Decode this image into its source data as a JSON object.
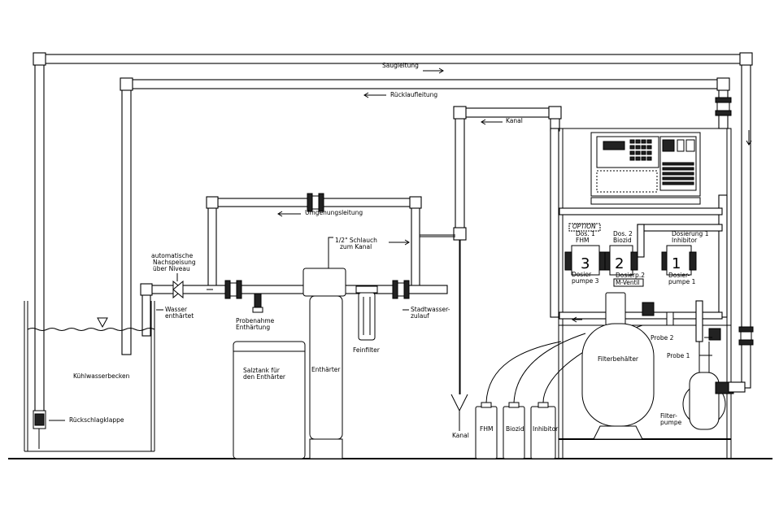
{
  "labels": {
    "saugleitung": "Saugleitung",
    "ruecklaufleitung": "Rücklaufleitung",
    "kanal_top": "Kanal",
    "umgehungsleitung": "Umgehungsleitung",
    "schlauch_line1": "1/2\" Schlauch",
    "schlauch_line2": "zum Kanal",
    "nachspeisung_line1": "automatische",
    "nachspeisung_line2": "Nachspeisung",
    "nachspeisung_line3": "über Niveau",
    "wasser_line1": "Wasser",
    "wasser_line2": "enthärtet",
    "probenahme_line1": "Probenahme",
    "probenahme_line2": "Enthärtung",
    "stadtwasser_line1": "Stadtwasser-",
    "stadtwasser_line2": "zulauf",
    "kuehlwasserbecken": "Kühlwasserbecken",
    "rueckschlagklappe": "Rückschlagklappe",
    "salztank_line1": "Salztank für",
    "salztank_line2": "den Enthärter",
    "enthaerter": "Enthärter",
    "feinfilter": "Feinfilter",
    "kanal_bottom": "Kanal",
    "fhm": "FHM",
    "biozid": "Biozid",
    "inhibitor": "Inhibitor",
    "filterbehaelter": "Filterbehälter",
    "filterpumpe_line1": "Filter-",
    "filterpumpe_line2": "pumpe",
    "probe1": "Probe 1",
    "probe2": "Probe 2",
    "option": "OPTION",
    "dos1_line1": "Dos. 1",
    "dos1_line2": "FHM",
    "dos2_line1": "Dos. 2",
    "dos2_line2": "Biozid",
    "dosierung1_line1": "Dosierung 1",
    "dosierung1_line2": "Inhibitor",
    "pump3_num": "3",
    "pump2_num": "2",
    "pump1_num": "1",
    "dosierpumpe3_line1": "Dosier-",
    "dosierpumpe3_line2": "pumpe 3",
    "dosierp2": "Dosierp.2",
    "mventil": "M-Ventil",
    "dosierpumpe1_line1": "Dosier-",
    "dosierpumpe1_line2": "pumpe 1"
  }
}
